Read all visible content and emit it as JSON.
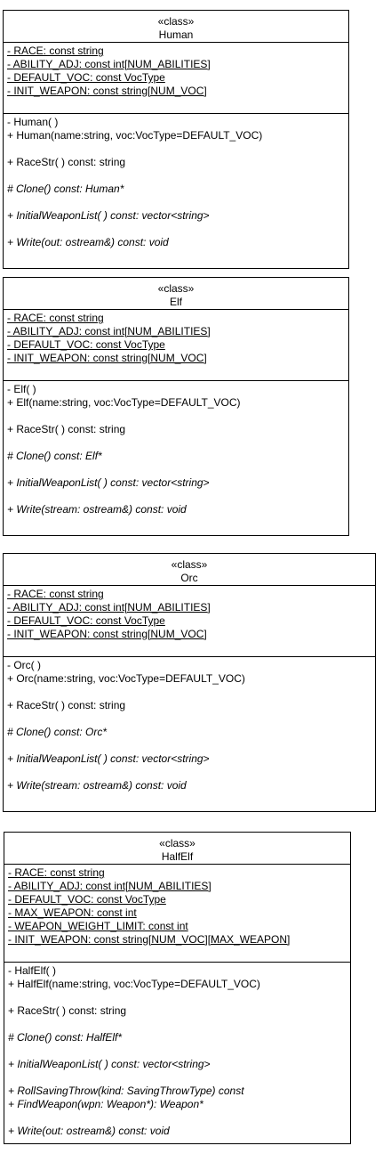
{
  "classes": [
    {
      "stereotype": "«class»",
      "name": "Human",
      "attributes": [
        "- RACE: const string",
        "- ABILITY_ADJ: const int[NUM_ABILITIES]",
        "- DEFAULT_VOC: const VocType",
        "- INIT_WEAPON: const string[NUM_VOC]"
      ],
      "operations": [
        "- Human( )",
        "+ Human(name:string, voc:VocType=DEFAULT_VOC)",
        "+ RaceStr( ) const: string",
        "# Clone() const: Human*",
        "+ InitialWeaponList( ) const: vector<string>",
        "+ Write(out: ostream&) const: void"
      ]
    },
    {
      "stereotype": "«class»",
      "name": "Elf",
      "attributes": [
        "- RACE: const string",
        "- ABILITY_ADJ: const int[NUM_ABILITIES]",
        "- DEFAULT_VOC: const VocType",
        "- INIT_WEAPON: const string[NUM_VOC]"
      ],
      "operations": [
        "- Elf( )",
        "+ Elf(name:string, voc:VocType=DEFAULT_VOC)",
        "+ RaceStr( ) const: string",
        "# Clone() const: Elf*",
        "+ InitialWeaponList( ) const: vector<string>",
        "+ Write(stream: ostream&) const: void"
      ]
    },
    {
      "stereotype": "«class»",
      "name": "Orc",
      "attributes": [
        "- RACE: const string",
        "- ABILITY_ADJ: const int[NUM_ABILITIES]",
        "- DEFAULT_VOC: const VocType",
        "- INIT_WEAPON: const string[NUM_VOC]"
      ],
      "operations": [
        "- Orc( )",
        "+ Orc(name:string, voc:VocType=DEFAULT_VOC)",
        "+ RaceStr( ) const: string",
        "# Clone() const: Orc*",
        "+ InitialWeaponList( ) const: vector<string>",
        "+ Write(stream: ostream&) const: void"
      ]
    },
    {
      "stereotype": "«class»",
      "name": "HalfElf",
      "attributes": [
        "- RACE: const string",
        "- ABILITY_ADJ: const int[NUM_ABILITIES]",
        "- DEFAULT_VOC: const VocType",
        "- MAX_WEAPON: const int",
        "- WEAPON_WEIGHT_LIMIT: const int",
        "- INIT_WEAPON: const string[NUM_VOC][MAX_WEAPON]"
      ],
      "operations": [
        "- HalfElf( )",
        "+ HalfElf(name:string, voc:VocType=DEFAULT_VOC)",
        "+ RaceStr( ) const: string",
        "# Clone() const: HalfElf*",
        "+ InitialWeaponList( ) const: vector<string>",
        "+ RollSavingThrow(kind: SavingThrowType) const",
        "+ FindWeapon(wpn: Weapon*): Weapon*",
        "+ Write(out: ostream&) const: void"
      ]
    }
  ]
}
